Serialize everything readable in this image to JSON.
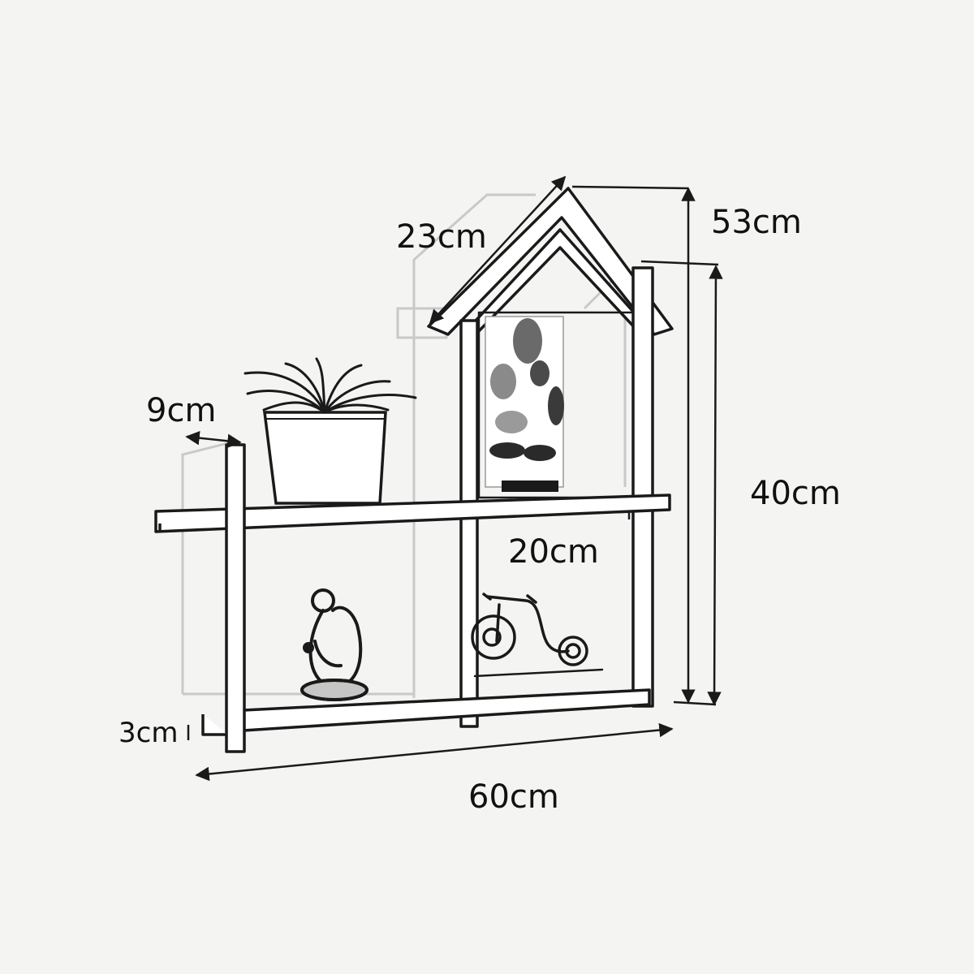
{
  "dimensions": {
    "total_height": "53cm",
    "roof_slope": "23cm",
    "shelf_depth": "9cm",
    "body_height": "40cm",
    "cell_height": "20cm",
    "board_thickness": "3cm",
    "total_width": "60cm"
  },
  "colors": {
    "background": "#f4f4f2",
    "line": "#1a1a1a",
    "faint": "#c9c9c9"
  }
}
